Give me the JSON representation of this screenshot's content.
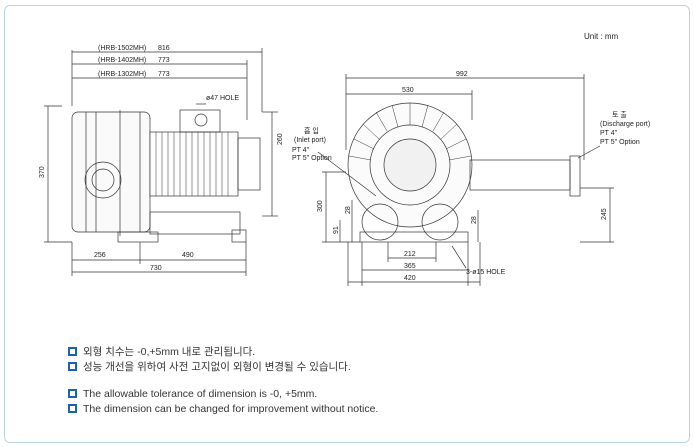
{
  "unit_label": "Unit : mm",
  "side_view": {
    "models": [
      {
        "name": "(HRB-1502MH)",
        "length": "816"
      },
      {
        "name": "(HRB-1402MH)",
        "length": "773"
      },
      {
        "name": "(HRB-1302MH)",
        "length": "773"
      }
    ],
    "hole_label": "ø47 HOLE",
    "height_total": "370",
    "height_top": "260",
    "base_left": "256",
    "base_right": "490",
    "base_total": "730"
  },
  "front_view": {
    "overall_width": "992",
    "housing_width": "530",
    "inlet_title": "흡 입",
    "inlet_sub": "(Inlet port)",
    "inlet_pt4": "PT 4\"",
    "inlet_pt5": "PT 5\" Option",
    "discharge_title": "토 출",
    "discharge_sub": "(Discharge port)",
    "discharge_pt4": "PT 4\"",
    "discharge_pt5": "PT 5\" Option",
    "height_300": "300",
    "dim_91": "91",
    "dim_28_left": "28",
    "dim_28_right": "28",
    "dim_245": "245",
    "foot_212": "212",
    "foot_365": "365",
    "foot_420": "420",
    "hole_spec": "3-ø15 HOLE"
  },
  "notes_ko": [
    "외형 치수는 -0,+5mm 내로 관리됩니다.",
    "성능 개선을 위하여 사전 고지없이 외형이 변경될 수 있습니다."
  ],
  "notes_en": [
    "The allowable tolerance of dimension is -0, +5mm.",
    "The dimension can be changed for improvement without notice."
  ]
}
